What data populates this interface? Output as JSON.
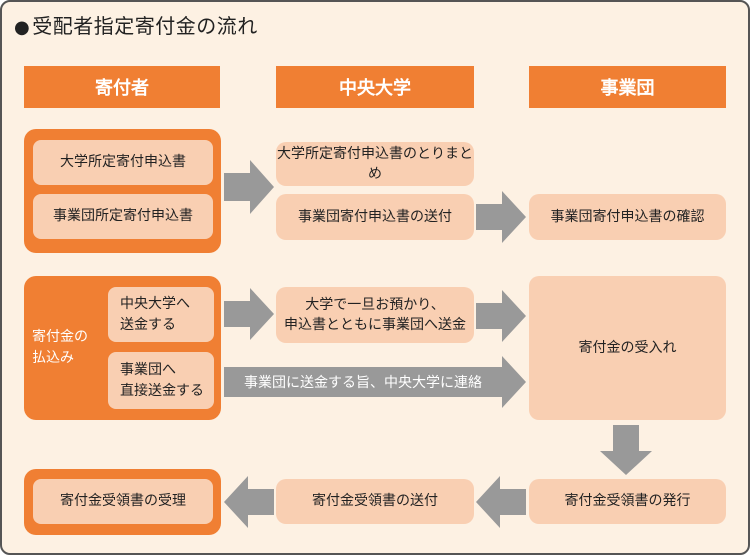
{
  "title": "受配者指定寄付金の流れ",
  "bullet": "●",
  "headers": {
    "donor": "寄付者",
    "university": "中央大学",
    "foundation": "事業団"
  },
  "boxes": {
    "univ_form": "大学所定寄付申込書",
    "foundation_form": "事業団所定寄付申込書",
    "univ_compile": "大学所定寄付申込書のとりまとめ",
    "send_form": "事業団寄付申込書の送付",
    "confirm_form": "事業団寄付申込書の確認",
    "payment": "寄付金の\n払込み",
    "to_univ": "中央大学へ\n送金する",
    "direct": "事業団へ\n直接送金する",
    "deposit": "大学で一旦お預かり、\n申込書とともに事業団へ送金",
    "notify": "事業団に送金する旨、中央大学に連絡",
    "receive": "寄付金の受入れ",
    "receive_receipt": "寄付金受領書の受理",
    "send_receipt": "寄付金受領書の送付",
    "issue_receipt": "寄付金受領書の発行"
  },
  "colors": {
    "orange": "#f07f33",
    "peach": "#f9cfb2",
    "background": "#fdf1e3",
    "arrow": "#999999"
  }
}
